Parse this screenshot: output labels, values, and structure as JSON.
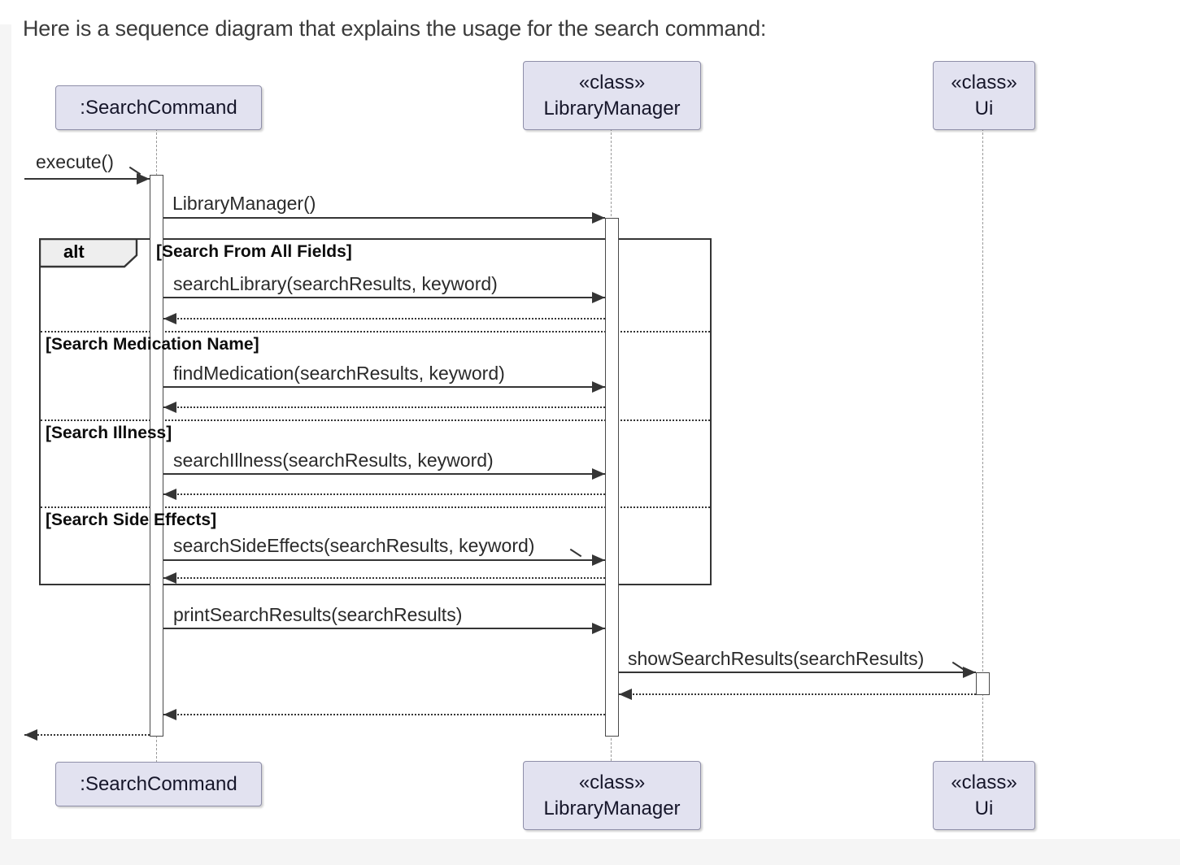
{
  "page": {
    "heading": "Here is a sequence diagram that explains the usage for the search command:"
  },
  "diagram": {
    "participants": {
      "search_command": {
        "name": ":SearchCommand"
      },
      "library_manager": {
        "stereotype": "«class»",
        "name": "LibraryManager"
      },
      "ui": {
        "stereotype": "«class»",
        "name": "Ui"
      }
    },
    "frame": {
      "operator": "alt"
    },
    "guards": {
      "all_fields": "[Search From All Fields]",
      "medication_name": "[Search Medication Name]",
      "illness": "[Search Illness]",
      "side_effects": "[Search Side Effects]"
    },
    "messages": {
      "execute": "execute()",
      "library_manager_ctor": "LibraryManager()",
      "search_library": "searchLibrary(searchResults, keyword)",
      "find_medication": "findMedication(searchResults, keyword)",
      "search_illness": "searchIllness(searchResults, keyword)",
      "search_side_effects": "searchSideEffects(searchResults, keyword)",
      "print_search_results": "printSearchResults(searchResults)",
      "show_search_results": "showSearchResults(searchResults)"
    },
    "colors": {
      "participant_fill": "#E2E2F0",
      "participant_border": "#8E8EA8",
      "frame_label_fill": "#EEEEEE",
      "line": "#353535",
      "lifeline": "#9A9A9A",
      "heading_text": "#3B3B3B",
      "page_edge": "#F5F5F5"
    }
  }
}
